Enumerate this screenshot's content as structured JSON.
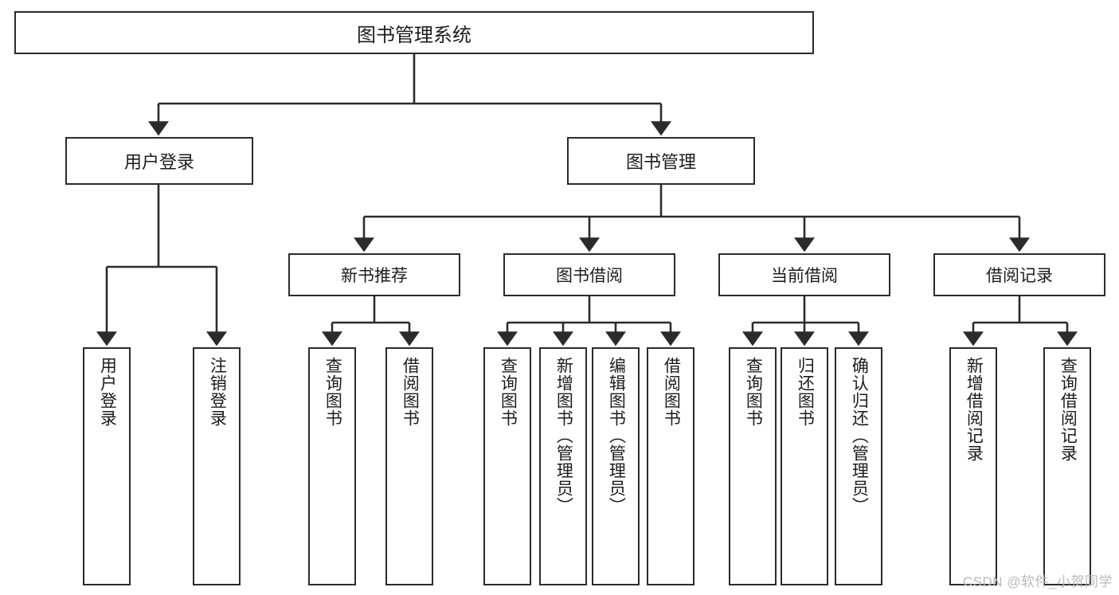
{
  "diagram": {
    "title": "图书管理系统",
    "type": "tree-hierarchy-chart",
    "root": {
      "label": "图书管理系统"
    },
    "level1": [
      {
        "label": "用户登录"
      },
      {
        "label": "图书管理"
      }
    ],
    "level2": [
      {
        "label": "新书推荐"
      },
      {
        "label": "图书借阅"
      },
      {
        "label": "当前借阅"
      },
      {
        "label": "借阅记录"
      }
    ],
    "leaves_user_login": [
      {
        "label": "用户登录"
      },
      {
        "label": "注销登录"
      }
    ],
    "leaves_new_book": [
      {
        "label": "查询图书"
      },
      {
        "label": "借阅图书"
      }
    ],
    "leaves_borrow": [
      {
        "label": "查询图书"
      },
      {
        "label": "新增图书（管理员）"
      },
      {
        "label": "编辑图书（管理员）"
      },
      {
        "label": "借阅图书"
      }
    ],
    "leaves_current": [
      {
        "label": "查询图书"
      },
      {
        "label": "归还图书"
      },
      {
        "label": "确认归还（管理员）"
      }
    ],
    "leaves_records": [
      {
        "label": "新增借阅记录"
      },
      {
        "label": "查询借阅记录"
      }
    ]
  },
  "watermark": {
    "text": "CSDN @软件_小贺同学"
  },
  "colors": {
    "stroke": "#2b2b2b",
    "background": "#ffffff",
    "text": "#1c1c1c",
    "watermark": "#b9b9b9"
  }
}
